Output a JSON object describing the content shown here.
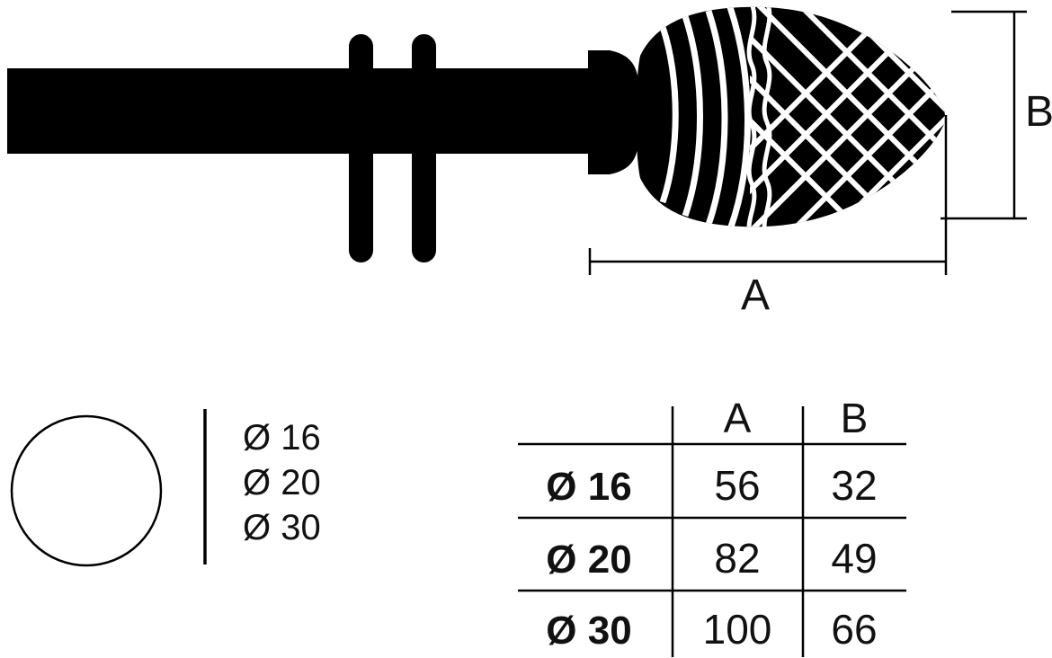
{
  "diagram": {
    "dim_a": "A",
    "dim_b": "B"
  },
  "legend": {
    "items": [
      "Ø 16",
      "Ø 20",
      "Ø 30"
    ]
  },
  "table": {
    "headers": {
      "a": "A",
      "b": "B"
    },
    "rows": [
      {
        "label": "Ø 16",
        "a": "56",
        "b": "32"
      },
      {
        "label": "Ø 20",
        "a": "82",
        "b": "49"
      },
      {
        "label": "Ø 30",
        "a": "100",
        "b": "66"
      }
    ]
  },
  "colors": {
    "ink": "#000000",
    "bg": "#ffffff"
  }
}
